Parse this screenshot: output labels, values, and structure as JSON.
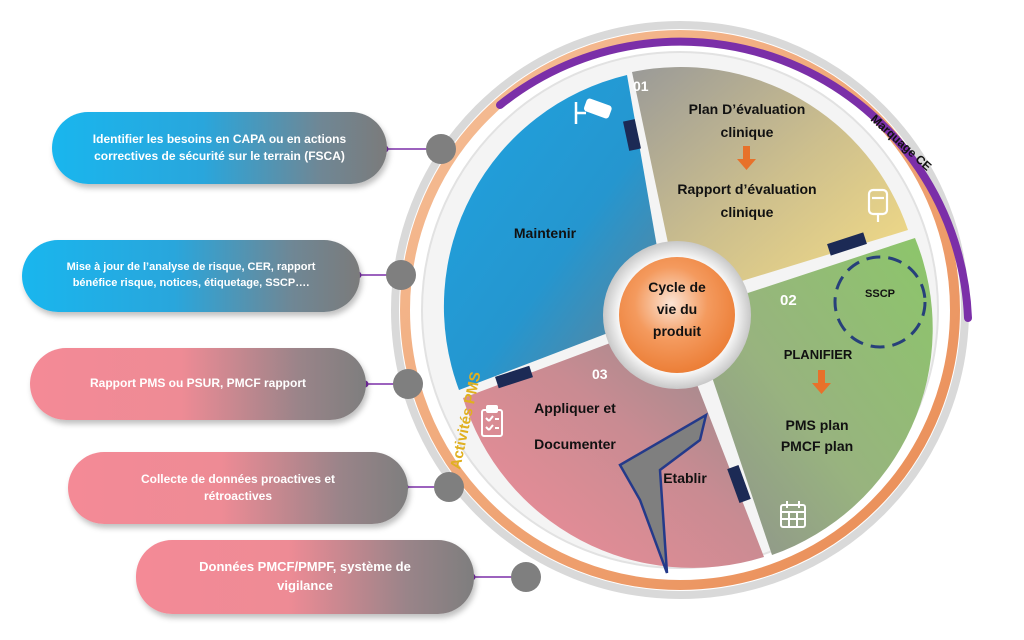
{
  "center": {
    "line1": "Cycle de",
    "line2": "vie du",
    "line3": "produit"
  },
  "ring_labels": {
    "outer_right": "Marquage CE",
    "outer_left": "Activités PMS"
  },
  "sectors": {
    "s01": {
      "number": "01",
      "line1": "Plan D’évaluation",
      "line2": "clinique",
      "line3": "Rapport d’évaluation",
      "line4": "clinique"
    },
    "s02": {
      "number": "02",
      "badge": "SSCP",
      "title": "PLANIFIER",
      "line1": "PMS plan",
      "line2": "PMCF plan"
    },
    "s03": {
      "number": "03",
      "line1": "Appliquer et",
      "line2": "Documenter",
      "arrow_label": "Etablir"
    },
    "maintain": {
      "label": "Maintenir"
    }
  },
  "side_items": [
    {
      "line1": "Identifier les besoins en CAPA ou en actions",
      "line2": "correctives de sécurité sur le terrain (FSCA)",
      "color": "blue"
    },
    {
      "line1": "Mise à jour de l’analyse de risque, CER, rapport",
      "line2": "bénéfice risque, notices, étiquetage, SSCP….",
      "color": "blue"
    },
    {
      "line1": "Rapport PMS ou PSUR, PMCF rapport",
      "line2": "",
      "color": "pink"
    },
    {
      "line1": "Collecte de données proactives et",
      "line2": "rétroactives",
      "color": "pink"
    },
    {
      "line1": "Données PMCF/PMPF, système de",
      "line2": "vigilance",
      "color": "pink"
    }
  ],
  "icons": [
    "camera-icon",
    "pouch-icon",
    "calendar-icon",
    "checklist-icon"
  ],
  "colors": {
    "outer_ring_purple": "#7b2fa8",
    "outer_ring_orange": "#f0a060",
    "maintain_blue": "#1fa3e0",
    "plan_yellow": "#f7dd8a",
    "planifier_green": "#8cc36a",
    "apply_pink": "#f28a97",
    "center_orange": "#f07b2a",
    "pill_blue": "#19b6ee",
    "pill_pink": "#f48a96"
  }
}
